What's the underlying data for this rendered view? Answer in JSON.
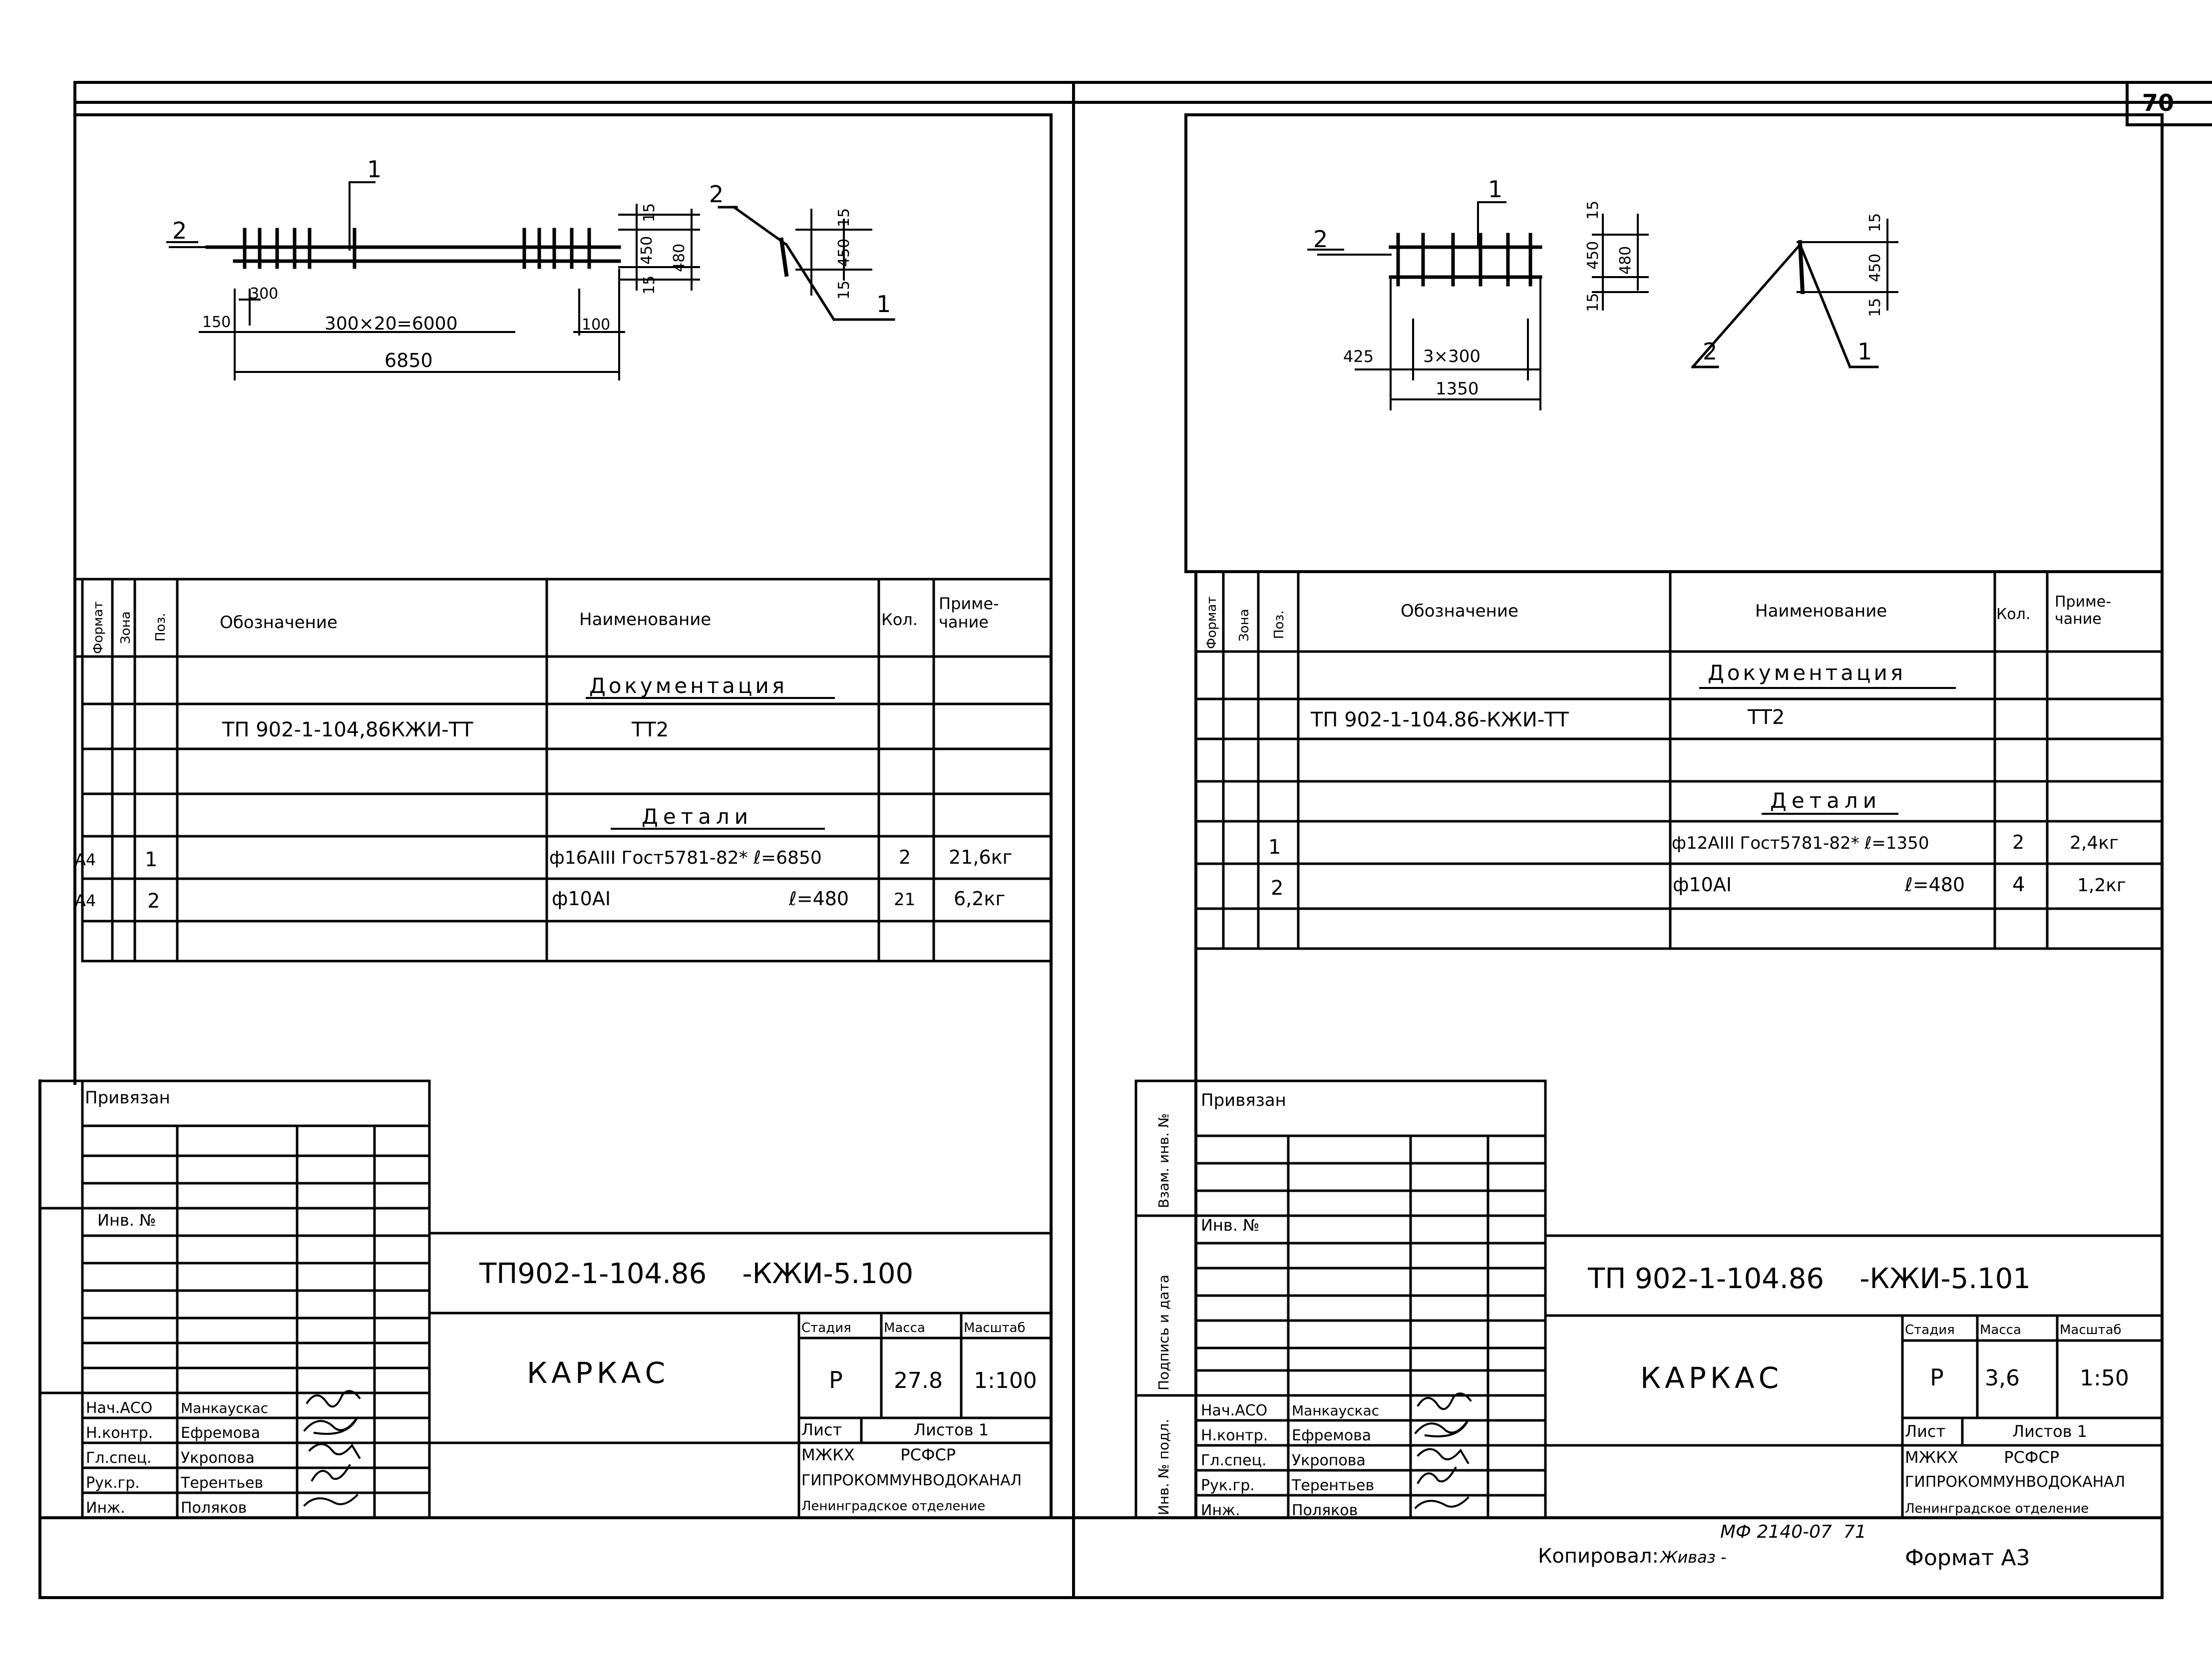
{
  "sheet_number": "70",
  "left": {
    "callouts": {
      "pos1": "1",
      "pos2": "2"
    },
    "dims": {
      "d15a": "15",
      "d450": "450",
      "d480": "480",
      "d15b": "15",
      "d300": "300",
      "d150": "150",
      "d_mid": "300×20=6000",
      "d100": "100",
      "d6850": "6850"
    },
    "section": {
      "pos1": "1",
      "pos2": "2",
      "d15a": "15",
      "d450": "450",
      "d15b": "15"
    },
    "table": {
      "headers": {
        "format": "Формат",
        "zone": "Зона",
        "pos": "Поз.",
        "designation": "Обозначение",
        "name": "Наименование",
        "qty": "Кол.",
        "note": "Приме-\nчание"
      },
      "section_docs": "Документация",
      "doc_designation": "ТП 902-1-104,86КЖИ-ТТ",
      "doc_name": "ТТ2",
      "section_details": "Детали",
      "rows": [
        {
          "format": "А4",
          "pos": "1",
          "name": "ф16АIII Гост5781-82* ℓ=6850",
          "qty": "2",
          "note": "21,6кг"
        },
        {
          "format": "А4",
          "pos": "2",
          "name": "ф10АI",
          "len": "ℓ=480",
          "qty": "21",
          "note": "6,2кг"
        }
      ]
    },
    "titleblock": {
      "privyazan": "Привязан",
      "inv": "Инв. №",
      "code": "ТП902-1-104.86    -КЖИ-5.100",
      "title": "КАРКАС",
      "stage_label": "Стадия",
      "mass_label": "Масса",
      "scale_label": "Масштаб",
      "stage": "Р",
      "mass": "27.8",
      "scale": "1:100",
      "sheet_label": "Лист",
      "sheets_label": "Листов 1",
      "org1": "МЖКХ         РСФСР",
      "org2": "ГИПРОКОММУНВОДОКАНАЛ",
      "org3": "Ленинградское отделение",
      "roles": [
        "Нач.АСО",
        "Н.контр.",
        "Гл.спец.",
        "Рук.гр.",
        "Инж."
      ],
      "names": [
        "Манкаускас",
        "Ефремова",
        "Укропова",
        "Терентьев",
        "Поляков"
      ]
    }
  },
  "right": {
    "callouts": {
      "pos1": "1",
      "pos2": "2"
    },
    "dims": {
      "d15a": "15",
      "d450": "450",
      "d480": "480",
      "d15b": "15",
      "d425": "425",
      "d_mid": "3×300",
      "d1350": "1350"
    },
    "section": {
      "pos1": "1",
      "pos2": "2",
      "d15a": "15",
      "d450": "450",
      "d15b": "15"
    },
    "table": {
      "headers": {
        "format": "Формат",
        "zone": "Зона",
        "pos": "Поз.",
        "designation": "Обозначение",
        "name": "Наименование",
        "qty": "Кол.",
        "note": "Приме-\nчание"
      },
      "section_docs": "Документация",
      "doc_designation": "ТП 902-1-104.86-КЖИ-ТТ",
      "doc_name": "ТТ2",
      "section_details": "Детали",
      "rows": [
        {
          "format": "",
          "pos": "1",
          "name": "ф12АIII Гост5781-82* ℓ=1350",
          "qty": "2",
          "note": "2,4кг"
        },
        {
          "format": "",
          "pos": "2",
          "name": "ф10АI",
          "len": "ℓ=480",
          "qty": "4",
          "note": "1,2кг"
        }
      ]
    },
    "side_labels": {
      "a": "Взам. инв. №",
      "b": "Подпись и дата",
      "c": "Инв. № подл."
    },
    "titleblock": {
      "privyazan": "Привязан",
      "inv": "Инв. №",
      "code": "ТП 902-1-104.86    -КЖИ-5.101",
      "title": "КАРКАС",
      "stage_label": "Стадия",
      "mass_label": "Масса",
      "scale_label": "Масштаб",
      "stage": "Р",
      "mass": "3,6",
      "scale": "1:50",
      "sheet_label": "Лист",
      "sheets_label": "Листов 1",
      "org1": "МЖКХ         РСФСР",
      "org2": "ГИПРОКОММУНВОДОКАНАЛ",
      "org3": "Ленинградское отделение",
      "roles": [
        "Нач.АСО",
        "Н.контр.",
        "Гл.спец.",
        "Рук.гр.",
        "Инж."
      ],
      "names": [
        "Манкаускас",
        "Ефремова",
        "Укропова",
        "Терентьев",
        "Поляков"
      ]
    }
  },
  "footer": {
    "stamp": "МФ 2140-07  71",
    "copied_label": "Копировал:",
    "copied_by": "Живаз -",
    "format": "Формат А3"
  }
}
